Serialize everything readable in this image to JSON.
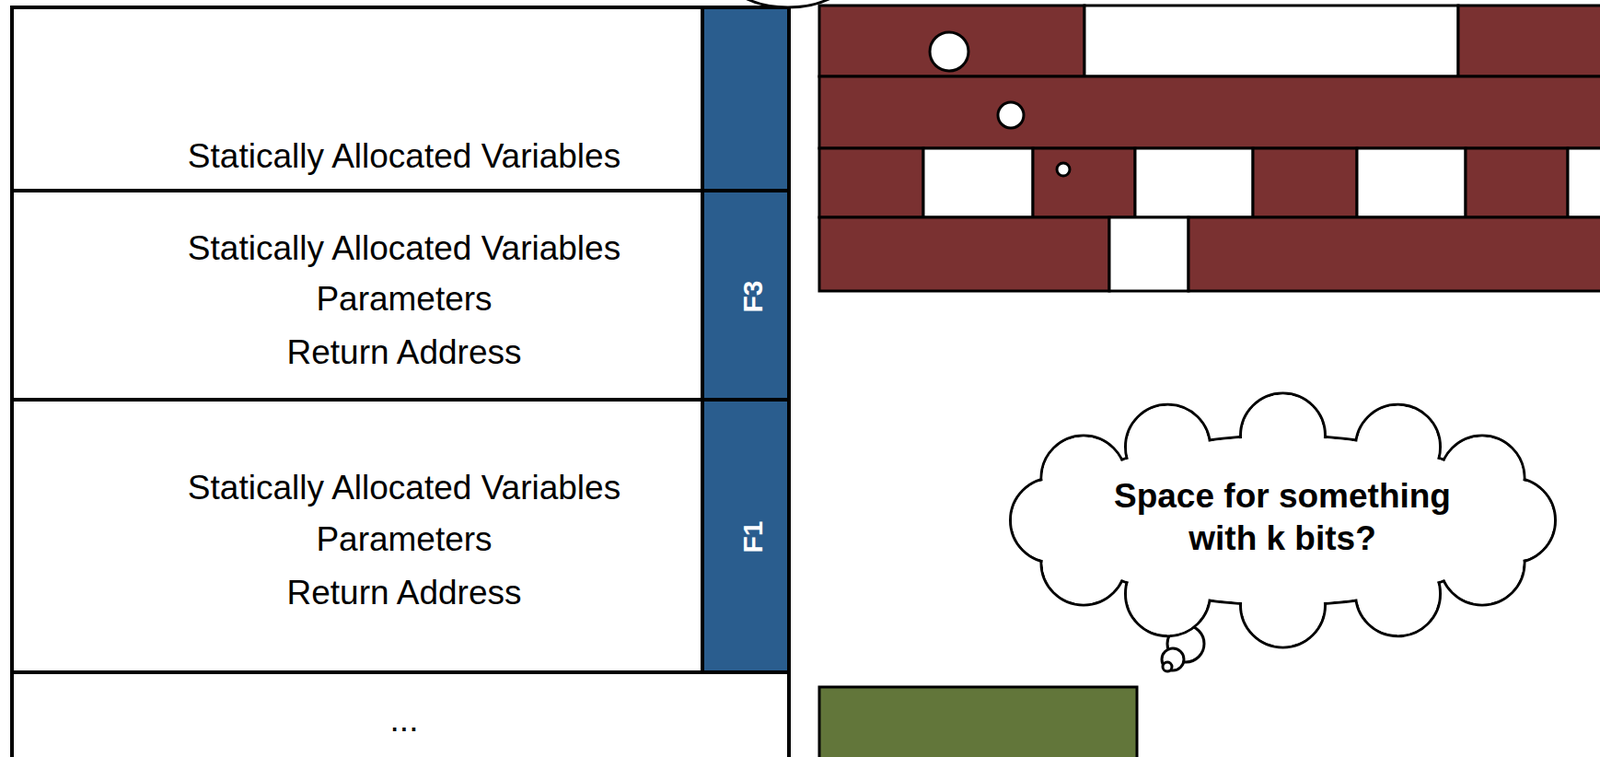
{
  "diagram": {
    "nodes": [
      {
        "text": [
          "Statically Allocated Variables"
        ]
      },
      {
        "text": [
          "Statically Allocated Variables",
          "Parameters",
          "Return Address",
          "F3"
        ]
      },
      {
        "text": [
          "Statically Allocated Variables",
          "Parameters",
          "Return Address",
          "F1"
        ]
      },
      {
        "text": [
          "..."
        ]
      },
      {
        "text": [
          "Space for something with k bits?"
        ]
      }
    ]
  }
}
